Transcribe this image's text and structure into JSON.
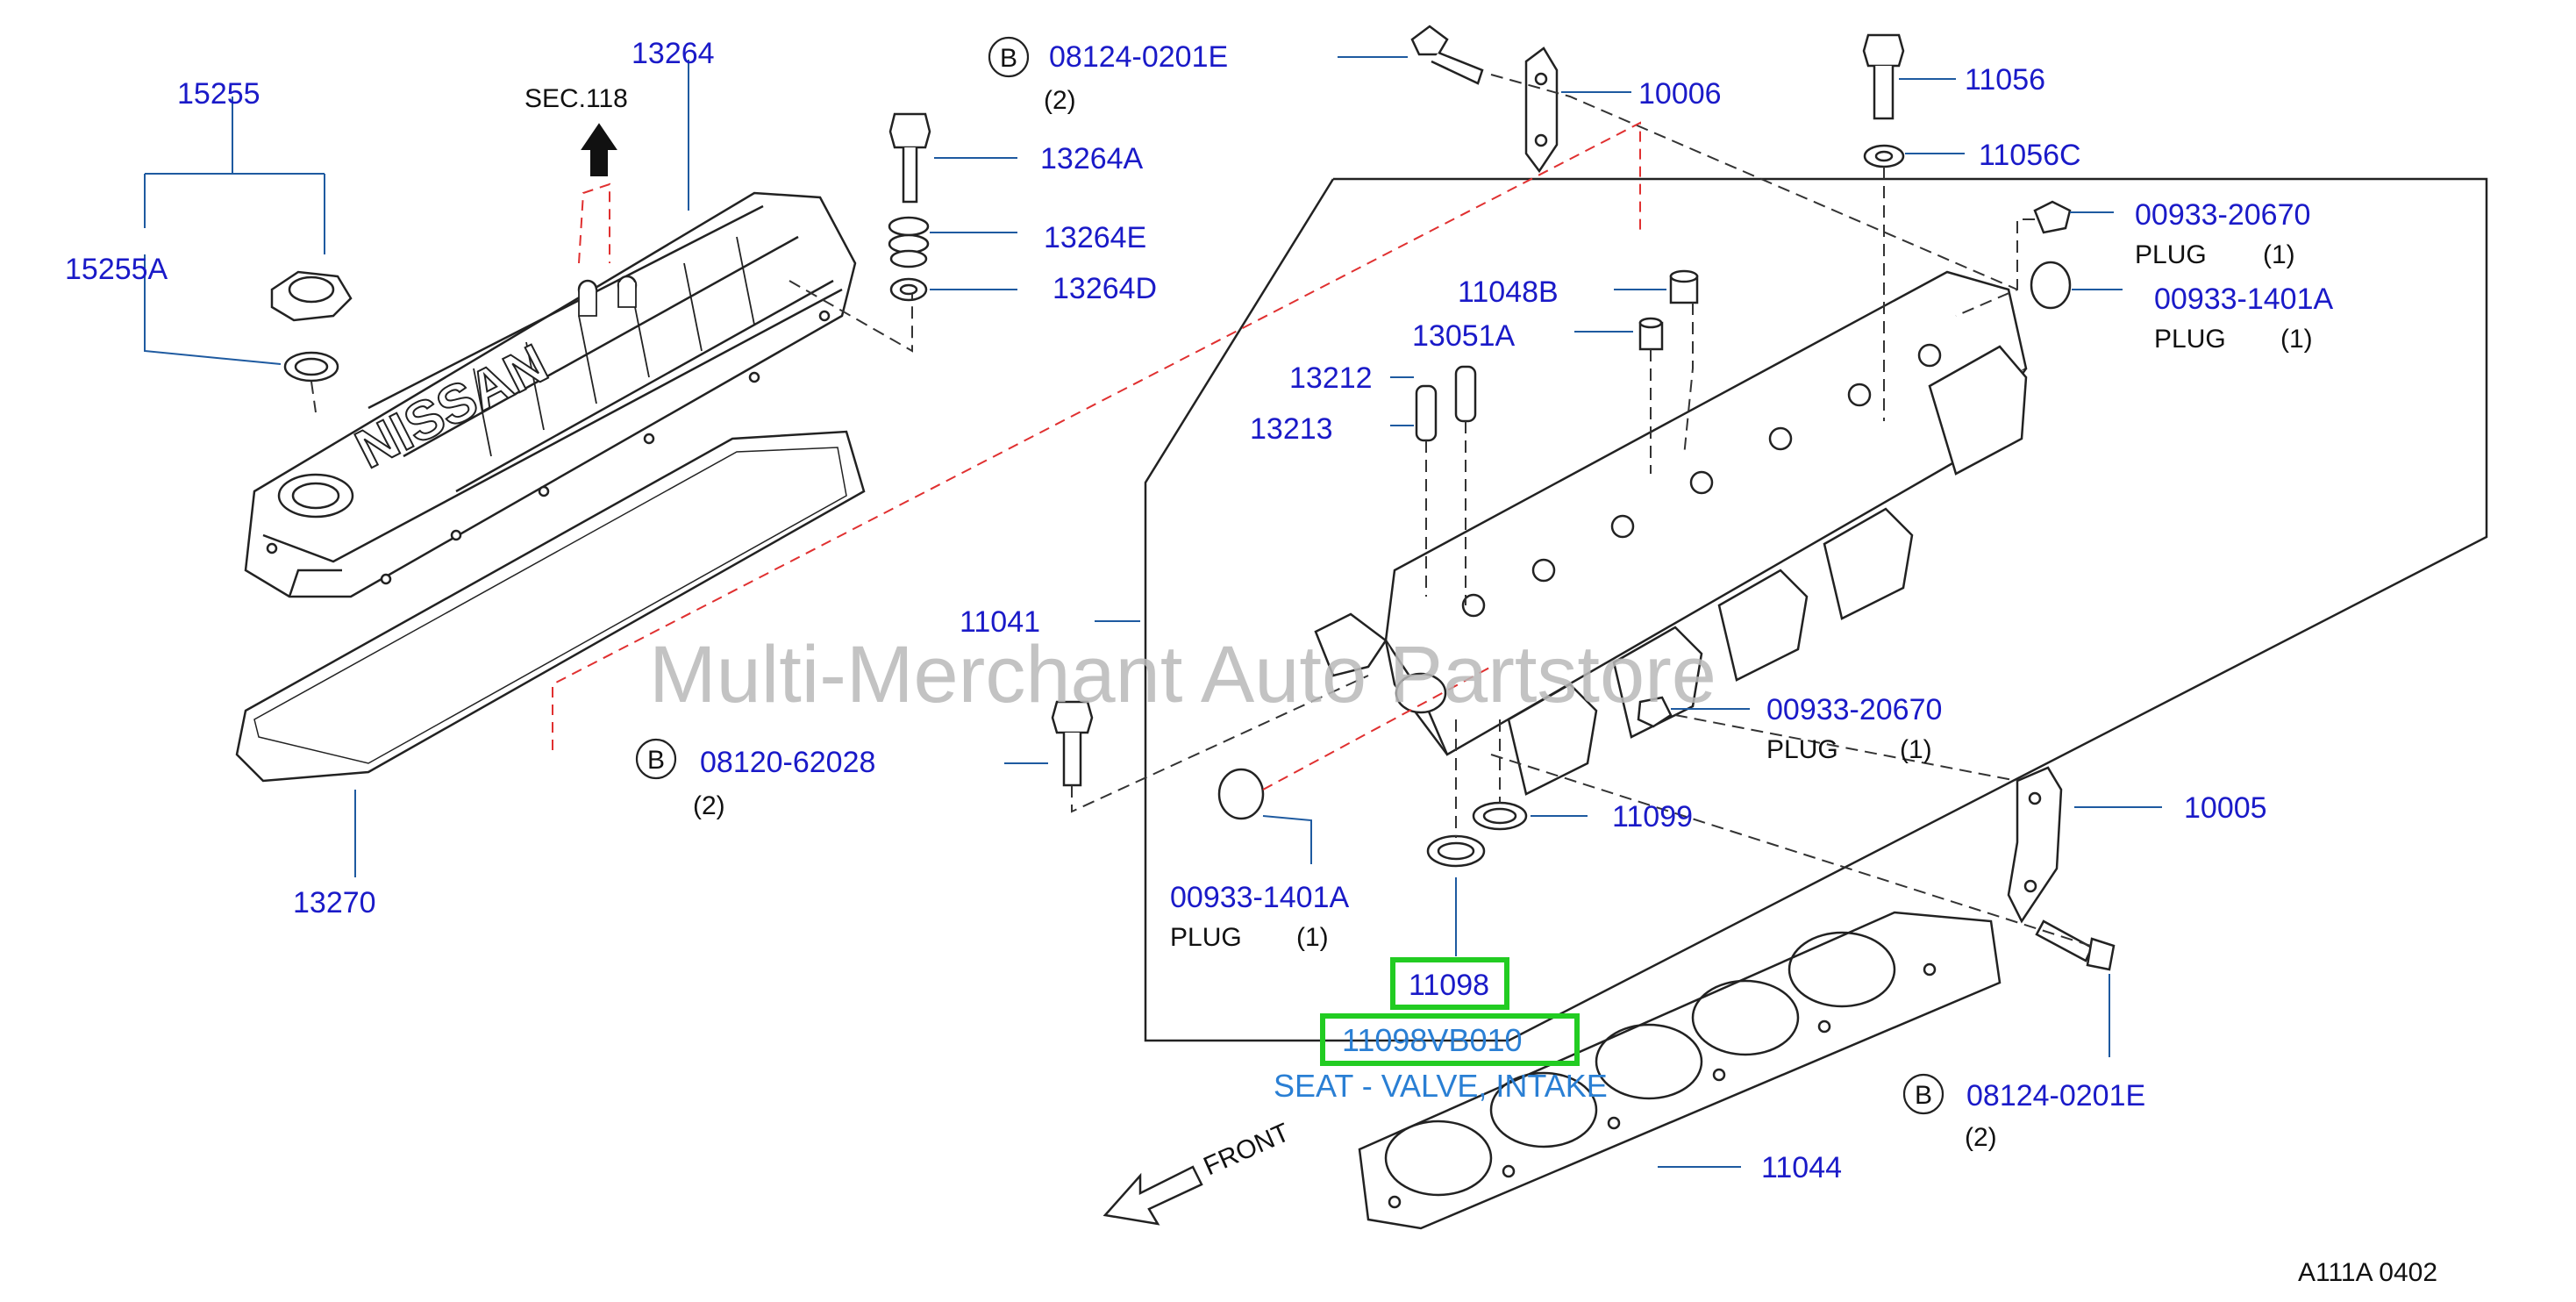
{
  "diagram": {
    "labels": {
      "l_15255": "15255",
      "l_15255a": "15255A",
      "l_13264": "13264",
      "l_sec118": "SEC.118",
      "l_0812402001": "08124-0201E",
      "l_qty2_a": "(2)",
      "l_10006": "10006",
      "l_11056": "11056",
      "l_11056c": "11056C",
      "l_13264a": "13264A",
      "l_13264e": "13264E",
      "l_13264d": "13264D",
      "l_00933_20670_a": "00933-20670",
      "l_plug_a": "PLUG",
      "l_plugqty_a": "(1)",
      "l_00933_1401a_a": "00933-1401A",
      "l_plug_b": "PLUG",
      "l_plugqty_b": "(1)",
      "l_11048b": "11048B",
      "l_13051a": "13051A",
      "l_13212": "13212",
      "l_13213": "13213",
      "l_11041": "11041",
      "l_00933_20670_b": "00933-20670",
      "l_plug_c": "PLUG",
      "l_plugqty_c": "(1)",
      "l_0812062028": "08120-62028",
      "l_qty2_b": "(2)",
      "l_11099": "11099",
      "l_10005": "10005",
      "l_13270": "13270",
      "l_00933_1401a_b": "00933-1401A",
      "l_plug_d": "PLUG",
      "l_plugqty_d": "(1)",
      "l_11098": "11098",
      "l_11098vb010": "11098VB010",
      "l_seat": "SEAT - VALVE, INTAKE",
      "l_0812402001_b": "08124-0201E",
      "l_qty2_c": "(2)",
      "l_front": "FRONT",
      "l_11044": "11044",
      "l_code": "A111A  0402",
      "b1": "B",
      "b2": "B",
      "b3": "B",
      "nissan": "NISSAN"
    },
    "watermark": "Multi-Merchant Auto Partstore",
    "highlight_color": "#22cc22",
    "leader_color": "#1e5aa0",
    "part_color": "#1a1ac8",
    "dashed_red": "#e03030"
  }
}
